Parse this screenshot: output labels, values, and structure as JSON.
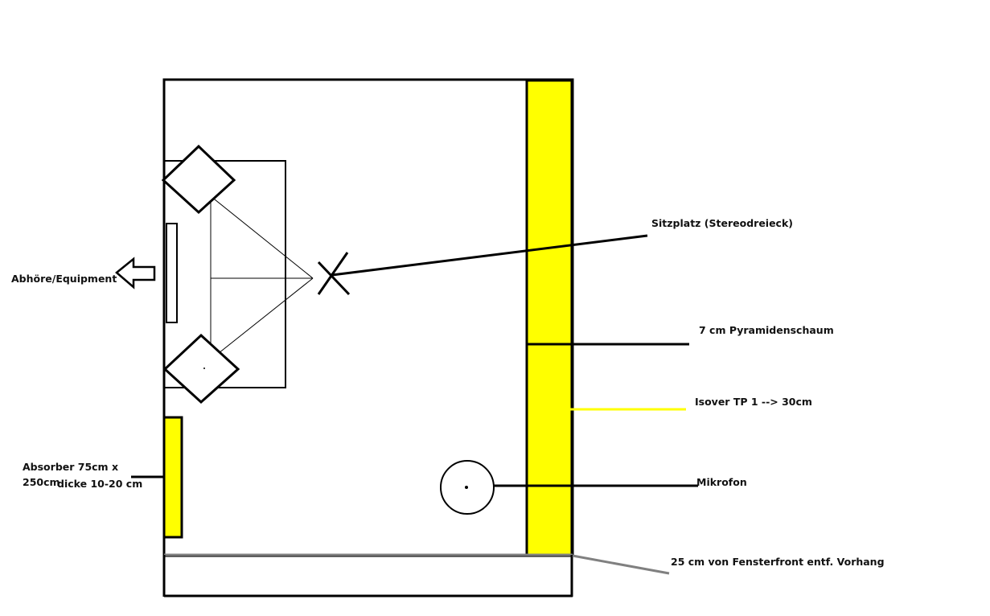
{
  "labels": {
    "equipment": "Abhöre/Equipment",
    "seat": "Sitzplatz (Stereodreieck)",
    "foam": "7 cm Pyramidenschaum",
    "isover": "Isover TP 1 --> 30cm",
    "microphone": "Mikrofon",
    "absorber_line1": "Absorber 75cm x",
    "absorber_line2a": "250cm",
    "absorber_line2b": "dicke 10-20 cm",
    "curtain": "25 cm von Fensterfront entf. Vorhang"
  },
  "colors": {
    "outline": "#000000",
    "absorber_fill": "#ffff00",
    "curtain_line": "#808080",
    "background": "#ffffff"
  }
}
